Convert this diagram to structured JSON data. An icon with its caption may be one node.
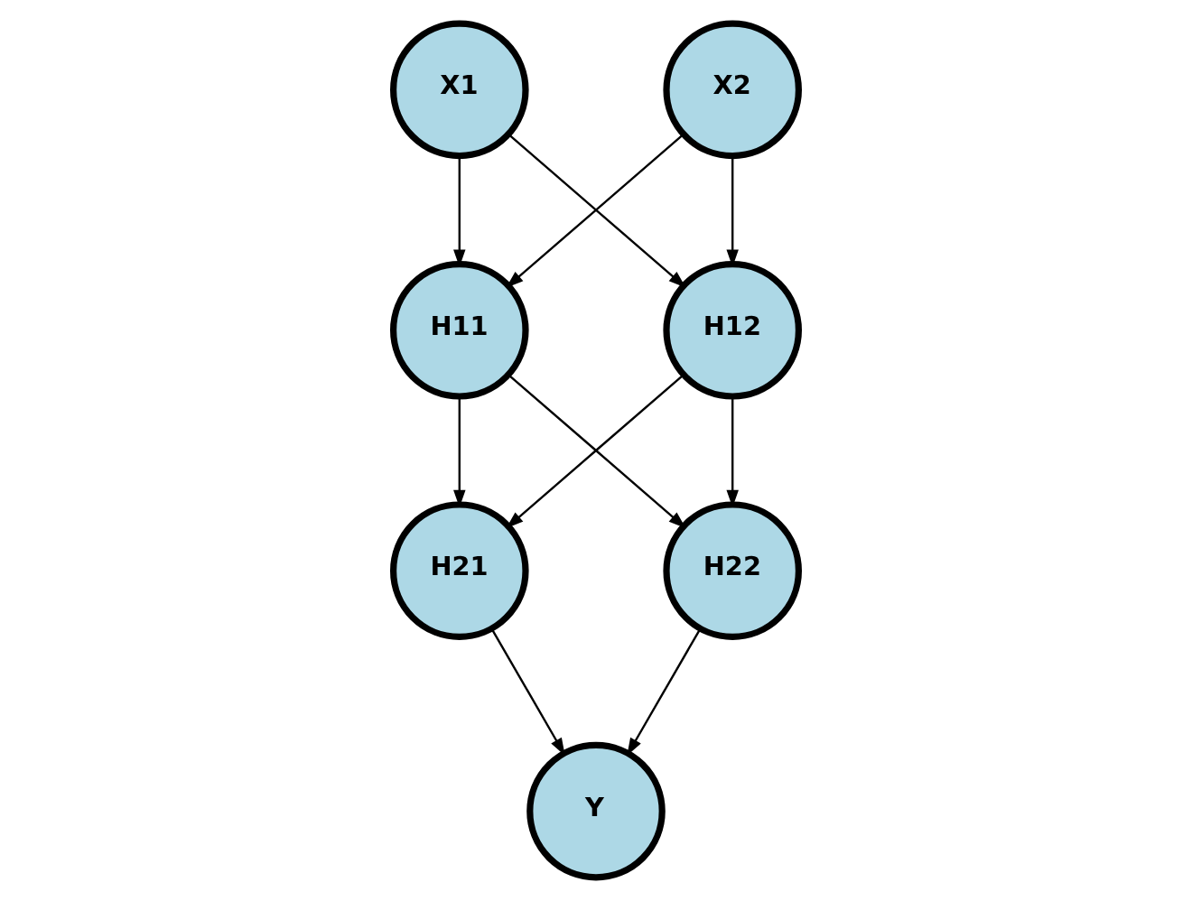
{
  "diagram": {
    "nodes": [
      {
        "text": [
          "X1"
        ]
      },
      {
        "text": [
          "X2"
        ]
      },
      {
        "text": [
          "H11"
        ]
      },
      {
        "text": [
          "H12"
        ]
      },
      {
        "text": [
          "H21"
        ]
      },
      {
        "text": [
          "H22"
        ]
      },
      {
        "text": [
          "Y"
        ]
      }
    ],
    "edges": [
      {
        "from": 0,
        "to": 2,
        "arrow": "to"
      },
      {
        "from": 0,
        "to": 3,
        "arrow": "to"
      },
      {
        "from": 1,
        "to": 2,
        "arrow": "to"
      },
      {
        "from": 1,
        "to": 3,
        "arrow": "to"
      },
      {
        "from": 2,
        "to": 4,
        "arrow": "to"
      },
      {
        "from": 2,
        "to": 5,
        "arrow": "to"
      },
      {
        "from": 3,
        "to": 4,
        "arrow": "to"
      },
      {
        "from": 3,
        "to": 5,
        "arrow": "to"
      },
      {
        "from": 4,
        "to": 6,
        "arrow": "to"
      },
      {
        "from": 5,
        "to": 6,
        "arrow": "to"
      }
    ]
  }
}
